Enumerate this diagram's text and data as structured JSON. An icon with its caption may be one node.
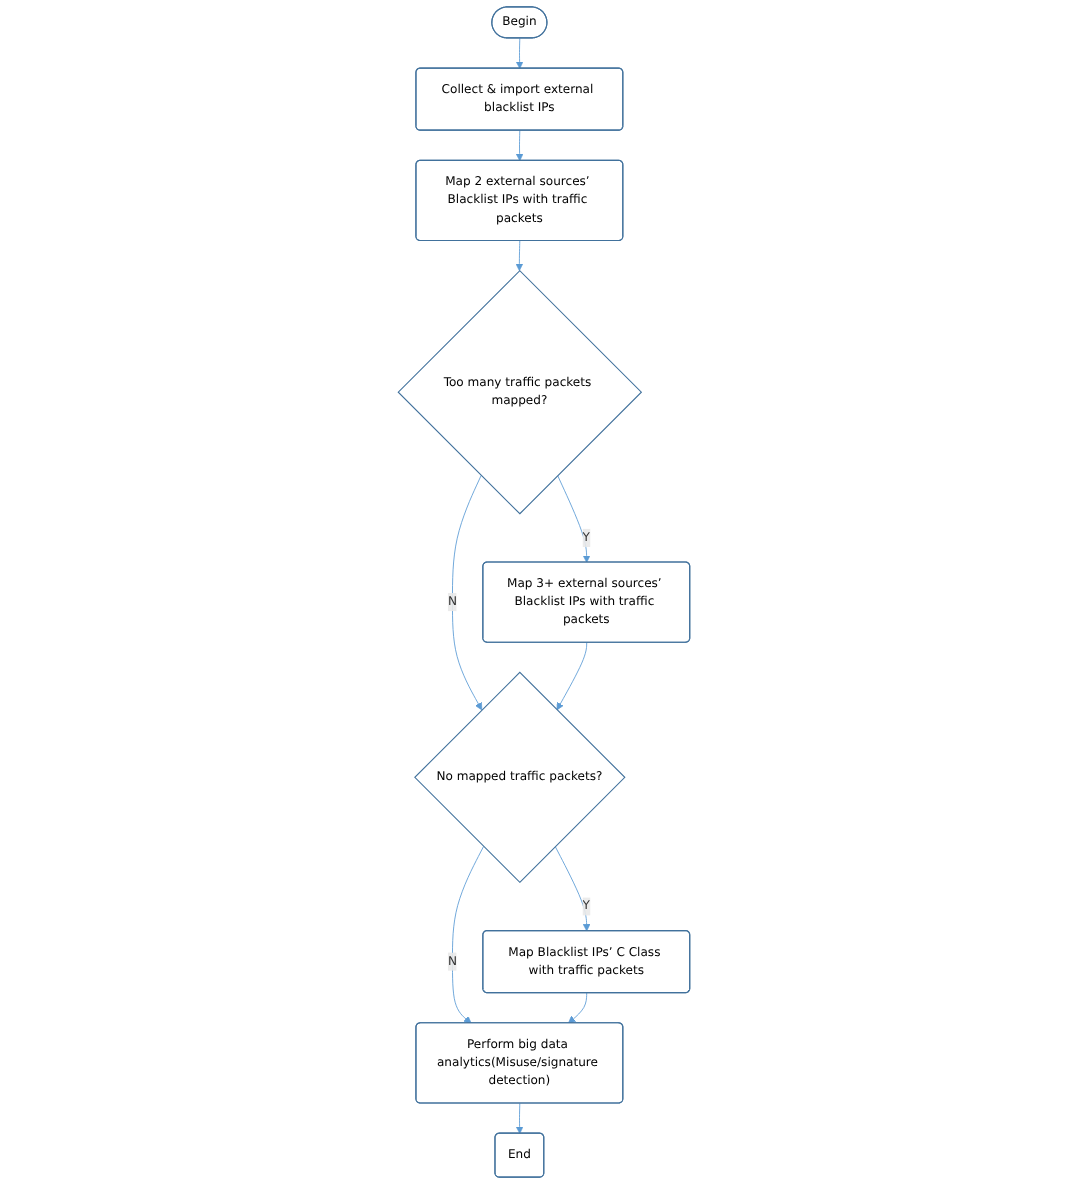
{
  "diagram": {
    "nodes": [
      {
        "text": [
          "Begin"
        ]
      },
      {
        "text": [
          "Collect & import external blacklist IPs"
        ]
      },
      {
        "text": [
          "Map 2 external sources’ Blacklist IPs with traffic packets"
        ]
      },
      {
        "text": [
          "Too many traffic packets mapped?"
        ]
      },
      {
        "text": [
          "Map 3+ external sources’ Blacklist IPs with traffic packets"
        ]
      },
      {
        "text": [
          "No mapped traffic packets?"
        ]
      },
      {
        "text": [
          "Map Blacklist IPs’ C Class with traffic packets"
        ]
      },
      {
        "text": [
          "Perform big data analytics(Misuse/signature detection)"
        ]
      },
      {
        "text": [
          "End"
        ]
      }
    ],
    "edges": [
      {
        "from": 0,
        "to": 1,
        "arrow": "to"
      },
      {
        "from": 1,
        "to": 2,
        "arrow": "to"
      },
      {
        "from": 2,
        "to": 3,
        "arrow": "to"
      },
      {
        "from": 3,
        "to": 4,
        "arrow": "to",
        "label": "Y"
      },
      {
        "from": 3,
        "to": 5,
        "arrow": "to",
        "label": "N"
      },
      {
        "from": 4,
        "to": 5,
        "arrow": "to"
      },
      {
        "from": 5,
        "to": 6,
        "arrow": "to",
        "label": "Y"
      },
      {
        "from": 5,
        "to": 7,
        "arrow": "to",
        "label": "N"
      },
      {
        "from": 6,
        "to": 7,
        "arrow": "to"
      },
      {
        "from": 7,
        "to": 8,
        "arrow": "to"
      }
    ]
  }
}
